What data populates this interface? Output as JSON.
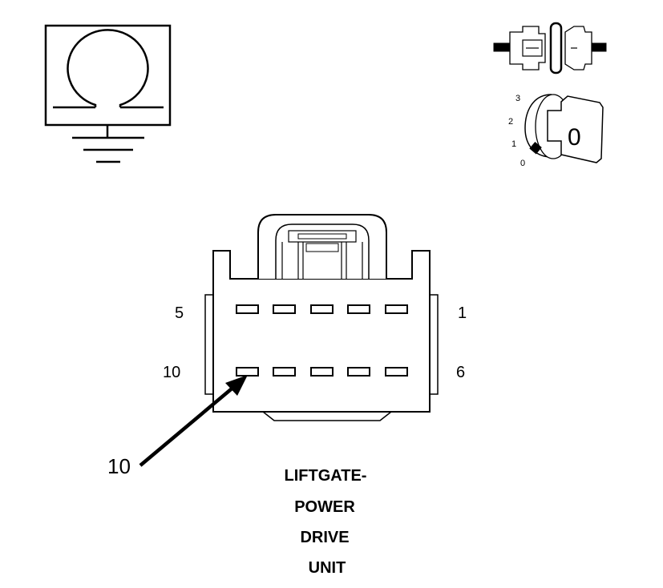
{
  "connector": {
    "pin_labels": {
      "top_left": "5",
      "top_right": "1",
      "bottom_left": "10",
      "bottom_right": "6"
    },
    "callout": "10",
    "title_lines": [
      "LIFTGATE-",
      "POWER",
      "DRIVE",
      "UNIT"
    ]
  },
  "icons": {
    "ohmmeter": "ohmmeter-ground-icon",
    "disconnected_connector": "connector-disconnected-icon",
    "ignition_key": "ignition-key-off-icon"
  },
  "ignition": {
    "positions": [
      "3",
      "2",
      "1",
      "0"
    ],
    "key_position": "0"
  }
}
